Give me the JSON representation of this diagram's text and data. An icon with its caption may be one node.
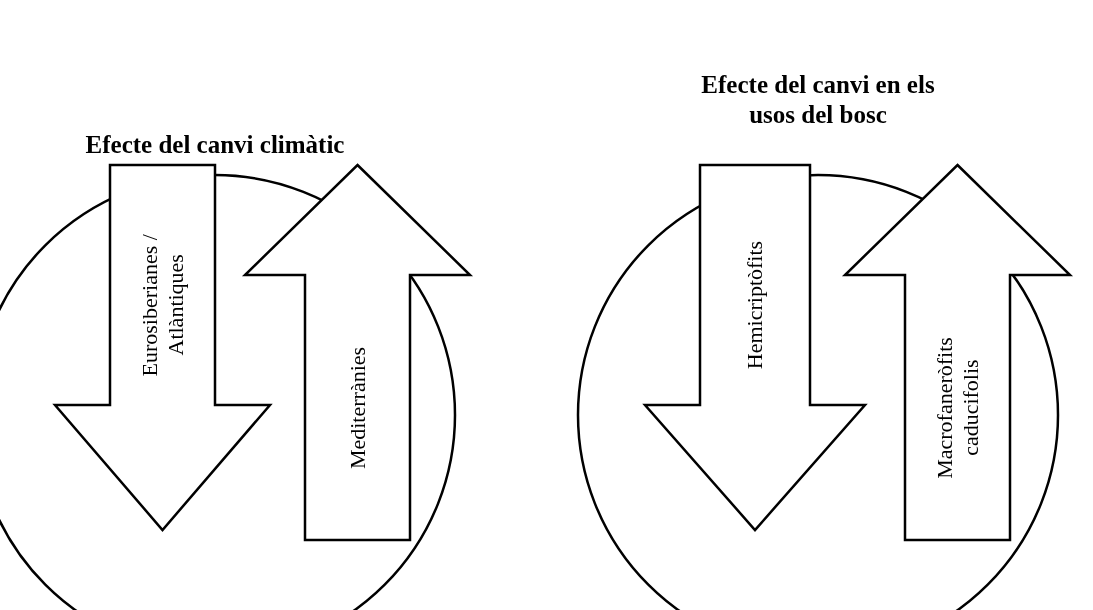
{
  "diagram": {
    "nodes": [
      {
        "text": [
          "Efecte del canvi climàtic"
        ]
      },
      {
        "text": [
          "Eurosiberianes / Atlàntiques"
        ],
        "in": 0
      },
      {
        "text": [
          "Mediterrànies"
        ],
        "in": 0
      },
      {
        "text": [
          "Efecte del canvi en els usos del bosc"
        ]
      },
      {
        "text": [
          "Hemicriptòfits"
        ],
        "in": 3
      },
      {
        "text": [
          "Macrofaneròfits caducifolis"
        ],
        "in": 3
      }
    ],
    "edges": []
  }
}
